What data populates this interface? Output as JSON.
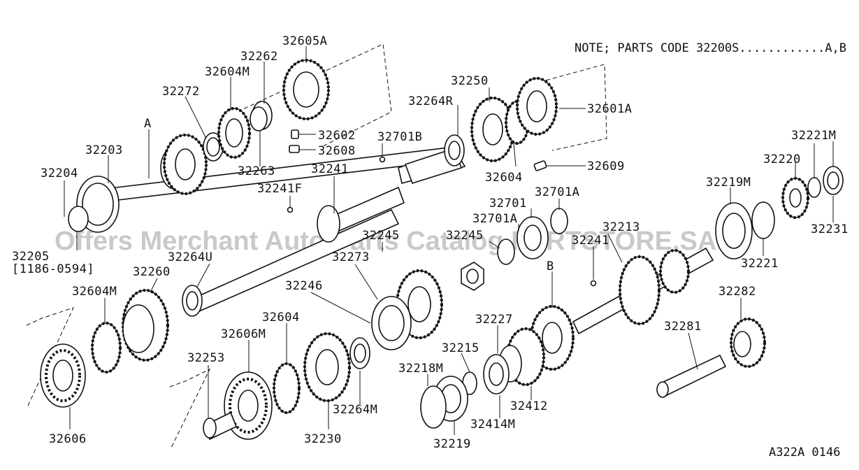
{
  "note": "NOTE; PARTS CODE  32200S............A,B",
  "diagram_code": "A322A 0146",
  "watermark": "Offers Merchant Auto Parts Catalog PARTSTORE.SA",
  "markers": {
    "a": "A",
    "b": "B"
  },
  "labels": [
    "32605A",
    "32262",
    "32604M",
    "32272",
    "32263",
    "32602",
    "32608",
    "32203",
    "32204",
    "32205",
    "[1186-0594]",
    "32241",
    "32241F",
    "32701B",
    "32264R",
    "32250",
    "32601A",
    "32604",
    "32609",
    "32221M",
    "32220",
    "32219M",
    "32231",
    "32221",
    "32701A",
    "32701",
    "32701A",
    "32245",
    "32245",
    "32213",
    "32241",
    "32260",
    "32264U",
    "32604M",
    "32273",
    "32246",
    "32604",
    "32606M",
    "32253",
    "32230",
    "32264M",
    "32606",
    "32227",
    "32215",
    "32218M",
    "32414M",
    "32412",
    "32219",
    "32282",
    "32281"
  ]
}
